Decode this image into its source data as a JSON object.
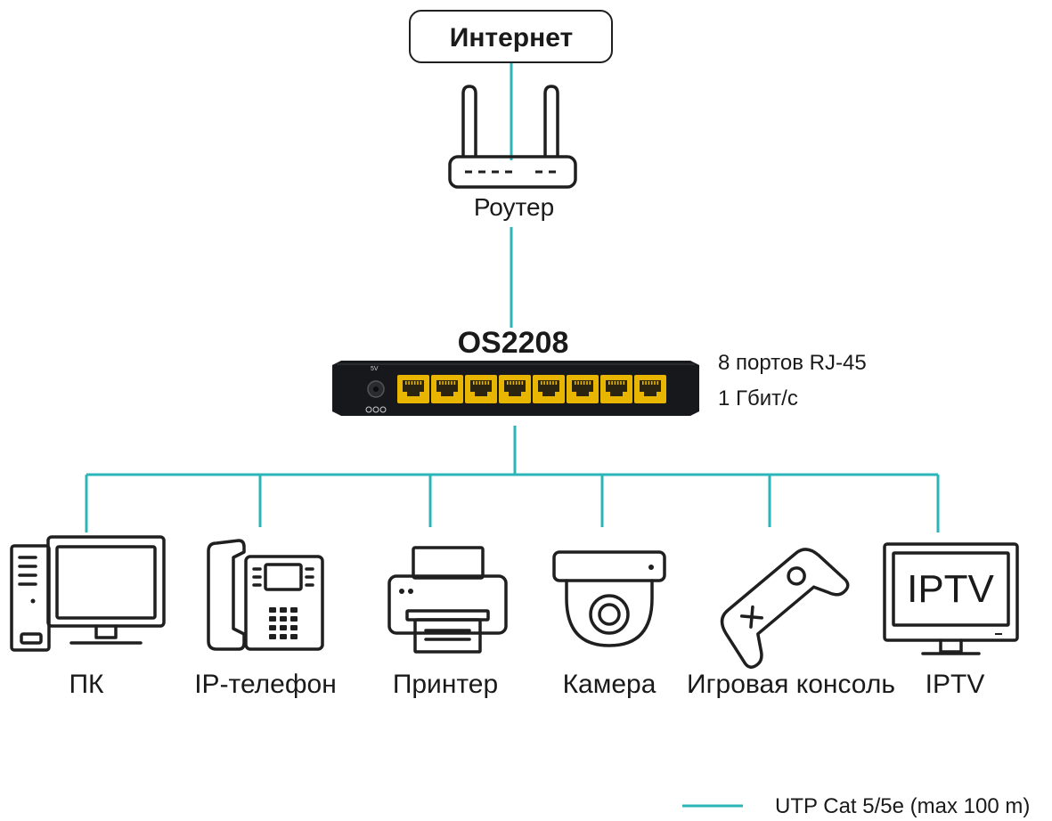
{
  "colors": {
    "cable": "#2bb5b8",
    "ink": "#1f1f1f",
    "switch_body": "#17181b",
    "port": "#e8b500"
  },
  "internet": {
    "label": "Интернет"
  },
  "router": {
    "label": "Роутер",
    "icon": "router-icon"
  },
  "switch": {
    "model": "OS2208",
    "power_label": "5V",
    "specs": [
      "8 портов RJ-45",
      "1 Гбит/с"
    ],
    "ports": 8
  },
  "devices": [
    {
      "label": "ПК",
      "icon": "pc-icon"
    },
    {
      "label": "IP-телефон",
      "icon": "ip-phone-icon"
    },
    {
      "label": "Принтер",
      "icon": "printer-icon"
    },
    {
      "label": "Камера",
      "icon": "camera-icon"
    },
    {
      "label": "Игровая консоль",
      "icon": "gamepad-icon"
    },
    {
      "label": "IPTV",
      "icon": "tv-icon",
      "screen_text": "IPTV"
    }
  ],
  "legend": {
    "label": "UTP Cat 5/5e (max 100 m)"
  }
}
